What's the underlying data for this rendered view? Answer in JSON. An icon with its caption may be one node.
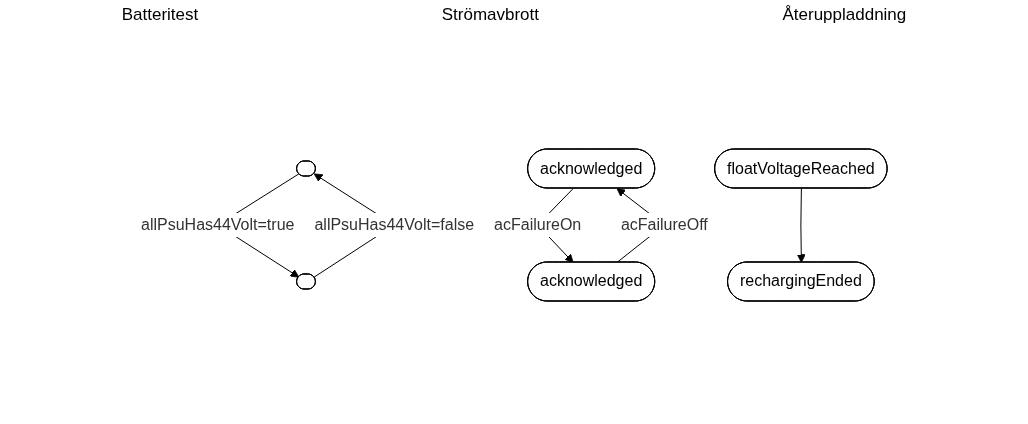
{
  "diagram": {
    "nodes": [
      {
        "text": [],
        "shape": "box"
      },
      {
        "text": [],
        "shape": "box"
      },
      {
        "text": [
          "acknowledged"
        ]
      },
      {
        "text": [
          "acknowledged"
        ]
      },
      {
        "text": [
          "floatVoltageReached"
        ]
      },
      {
        "text": [
          "rechargingEnded"
        ]
      }
    ],
    "edges": [
      {
        "from": 0,
        "to": 1,
        "arrow": "to",
        "label": "allPsuHas44Volt=true"
      },
      {
        "from": 1,
        "to": 0,
        "arrow": "to",
        "label": "allPsuHas44Volt=false"
      },
      {
        "from": 2,
        "to": 3,
        "arrow": "to",
        "label": "acFailureOn"
      },
      {
        "from": 3,
        "to": 2,
        "arrow": "to",
        "label": "acFailureOff"
      },
      {
        "from": 4,
        "to": 5,
        "arrow": "to"
      }
    ],
    "labels": [
      "Batteritest",
      "Strömavbrott",
      "Återuppladdning"
    ]
  }
}
